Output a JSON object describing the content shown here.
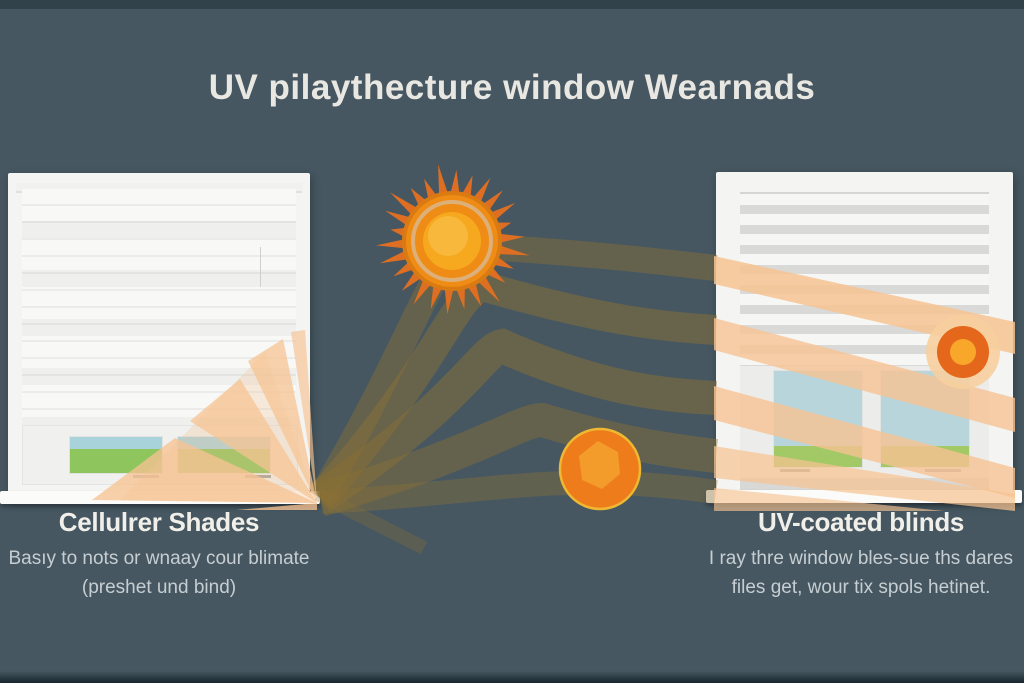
{
  "title": "UV pilaythecture window Wearnads",
  "left_panel": {
    "heading": "Cellulrer Shades",
    "body_line1": "Basıy to nots or wnaay cour blimate",
    "body_line2": "(preshet und bind)"
  },
  "right_panel": {
    "heading": "UV-coated blinds",
    "body_line1": "I ray thre window bles-sue ths dares",
    "body_line2": "files get, wour tix spols hetinet."
  },
  "icons": {
    "sun": "sun-icon",
    "uv_orb": "uv-orb-icon",
    "heat_spot": "heat-spot-icon"
  },
  "colors": {
    "background": "#465761",
    "ray_olive": "#8a7036",
    "ray_peach": "#f6c392",
    "sun_core": "#ef8c15",
    "sun_spikes": "#dd6e22",
    "uv_orb": "#ee7c1b",
    "heat_spot_ring": "#e4671b",
    "sky_pane": "#aed4da",
    "grass_pane": "#9cc763",
    "title_text": "#e9e7e2",
    "body_text": "#c6ced2"
  }
}
